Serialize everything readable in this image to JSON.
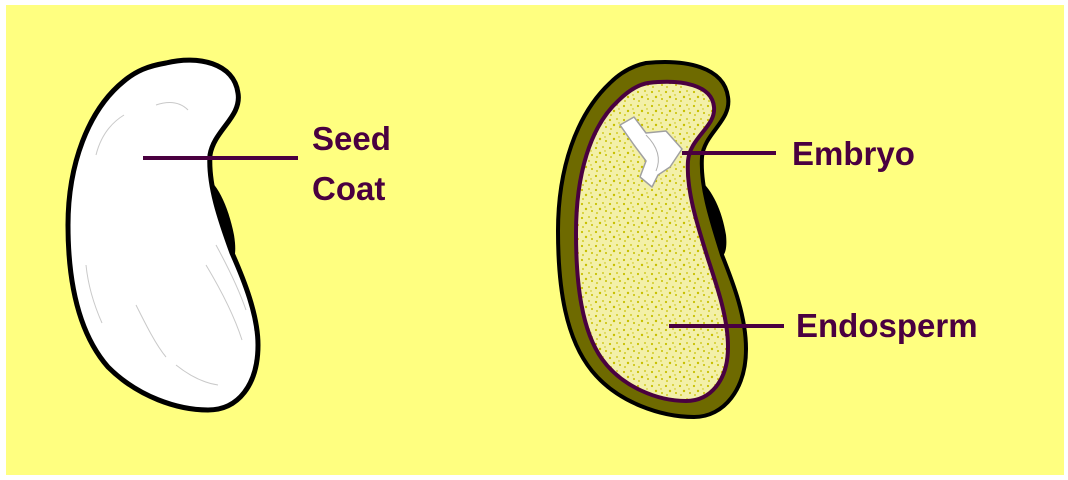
{
  "labels": {
    "seed_coat_line1": "Seed",
    "seed_coat_line2": "Coat",
    "embryo": "Embryo",
    "endosperm": "Endosperm"
  },
  "colors": {
    "background": "#ffff80",
    "seed_coat_fill": "#ffffff",
    "seed_coat_hilum": "#000000",
    "seed_coat_outer": "#6e6a00",
    "endosperm_fill": "#f3f0a8",
    "endosperm_speckle": "#c8c000",
    "embryo_fill": "#ffffff",
    "label_text": "#4a0040",
    "leader_line": "#4a0040"
  }
}
